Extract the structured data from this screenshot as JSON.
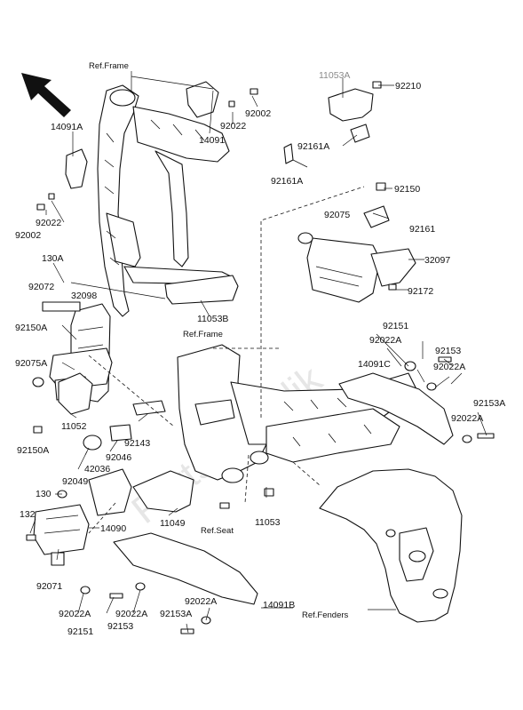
{
  "watermark": "Partsrepublik",
  "refs": {
    "frame_top": "Ref.Frame",
    "frame_mid": "Ref.Frame",
    "seat": "Ref.Seat",
    "fenders": "Ref.Fenders"
  },
  "parts": {
    "p92002a": "92002",
    "p92022a": "92022",
    "p14091": "14091",
    "p14091A": "14091A",
    "p92022b": "92022",
    "p92002b": "92002",
    "p11053A": "11053A",
    "p92210": "92210",
    "p92161A_top": "92161A",
    "p92161A_bot": "92161A",
    "p92150": "92150",
    "p92075": "92075",
    "p92161": "92161",
    "p32097": "32097",
    "p92172": "92172",
    "p130A": "130A",
    "p92072": "92072",
    "p32098": "32098",
    "p11053B": "11053B",
    "p92150A_top": "92150A",
    "p92075A": "92075A",
    "p92151_top": "92151",
    "p92022A_r1": "92022A",
    "p92153_r": "92153",
    "p14091C": "14091C",
    "p92022A_r2": "92022A",
    "p92153A_r": "92153A",
    "p92022A_r3": "92022A",
    "p11052": "11052",
    "p92143": "92143",
    "p92150A_bot": "92150A",
    "p42036": "42036",
    "p92046": "92046",
    "p92049": "92049",
    "p130": "130",
    "p11049": "11049",
    "p11053": "11053",
    "p132": "132",
    "p14090": "14090",
    "p92071": "92071",
    "p92022A_b1": "92022A",
    "p92022A_b2": "92022A",
    "p92153A_b": "92153A",
    "p92022A_b3": "92022A",
    "p14091B": "14091B",
    "p92151_bot": "92151",
    "p92153_bot": "92153"
  }
}
